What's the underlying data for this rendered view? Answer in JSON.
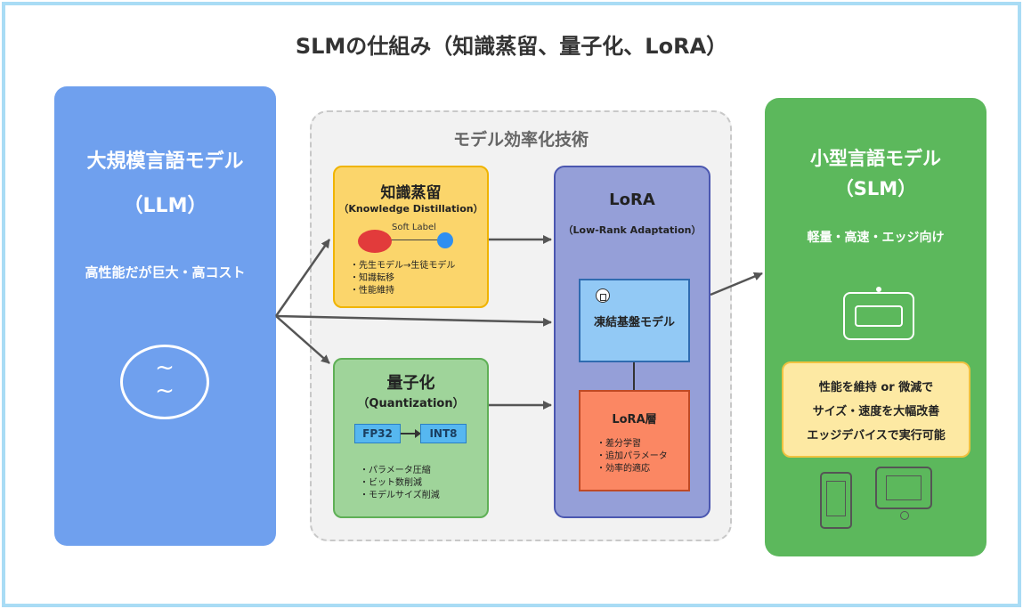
{
  "title": "SLMの仕組み（知識蒸留、量子化、LoRA）",
  "llm": {
    "title_line1": "大規模言語モデル",
    "title_line2": "（LLM）",
    "description": "高性能だが巨大・高コスト",
    "icon": "brain-icon",
    "color": "#6fa0ee"
  },
  "techniques": {
    "title": "モデル効率化技術",
    "knowledge_distillation": {
      "title": "知識蒸留",
      "subtitle": "（Knowledge Distillation）",
      "soft_label": "Soft Label",
      "items": [
        "・先生モデル→生徒モデル",
        "・知識転移",
        "・性能維持"
      ],
      "color": "#fbd56b"
    },
    "quantization": {
      "title": "量子化",
      "subtitle": "（Quantization）",
      "from": "FP32",
      "to": "INT8",
      "items": [
        "・パラメータ圧縮",
        "・ビット数削減",
        "・モデルサイズ削減"
      ],
      "color": "#9fd49a"
    },
    "lora": {
      "title": "LoRA",
      "subtitle": "（Low-Rank Adaptation）",
      "frozen_model": "凍結基盤モデル",
      "lora_layer": "LoRA層",
      "items": [
        "・差分学習",
        "・追加パラメータ",
        "・効率的適応"
      ],
      "color": "#959fd8"
    }
  },
  "slm": {
    "title_line1": "小型言語モデル",
    "title_line2": "（SLM）",
    "description": "軽量・高速・エッジ向け",
    "features": [
      "性能を維持 or 微減で",
      "サイズ・速度を大幅改善",
      "エッジデバイスで実行可能"
    ],
    "color": "#5cb85c"
  }
}
